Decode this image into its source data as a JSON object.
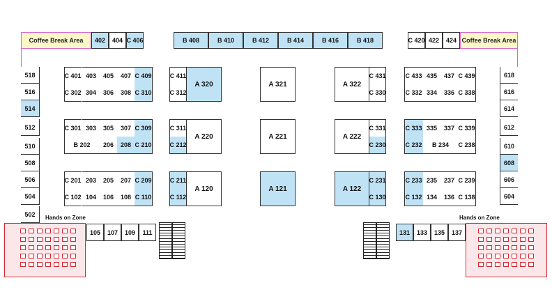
{
  "coffee_break_left": "Coffee Break Area",
  "coffee_break_right": "Coffee Break Area",
  "hands_on_left": "Hands on Zone",
  "hands_on_right": "Hands on Zone",
  "colors": {
    "highlight": "#bfe3f5",
    "coffee": "#fbf7c9",
    "zone": "#fbe7ea",
    "zone_border": "#d3272f",
    "wall": "#d968c9"
  },
  "top_left_booths": [
    "402",
    "404",
    "C 406"
  ],
  "top_center_booths": [
    "B 408",
    "B 410",
    "B 412",
    "B 414",
    "B 416",
    "B 418"
  ],
  "top_right_booths": [
    "C 420",
    "422",
    "424"
  ],
  "left_wall_booths": [
    "518",
    "516",
    "514",
    "512",
    "510",
    "508",
    "506",
    "504",
    "502"
  ],
  "right_wall_booths": [
    "618",
    "616",
    "614",
    "612",
    "610",
    "608",
    "606",
    "604"
  ],
  "row4": {
    "left_top": [
      "C 401",
      "403",
      "405",
      "407",
      "C 409"
    ],
    "left_bottom": [
      "C 302",
      "304",
      "306",
      "308",
      "C 310"
    ],
    "mid_left_top": "C 411",
    "mid_left_bottom": "C 312",
    "big_left": "A 320",
    "center": "A 321",
    "big_right": "A 322",
    "mid_right_top": "C 431",
    "mid_right_bottom": "C 330",
    "right_top": [
      "C 433",
      "435",
      "437",
      "C 439"
    ],
    "right_bottom": [
      "C 332",
      "334",
      "336",
      "C 338"
    ]
  },
  "row2": {
    "left_top": [
      "C 301",
      "303",
      "305",
      "307",
      "C 309"
    ],
    "left_bottom_big": "B 202",
    "left_bottom": [
      "206",
      "208",
      "C 210"
    ],
    "mid_left_top": "C 311",
    "mid_left_bottom": "C 212",
    "big_left": "A 220",
    "center": "A 221",
    "big_right": "A 222",
    "mid_right_top": "C 331",
    "mid_right_bottom": "C 230",
    "right_top": [
      "C 333",
      "335",
      "337",
      "C 339"
    ],
    "right_bottom_first": "C 232",
    "right_bottom_big": "B 234",
    "right_bottom_last": "C 238"
  },
  "row1": {
    "left_top": [
      "C 201",
      "203",
      "205",
      "207",
      "C 209"
    ],
    "left_bottom": [
      "C 102",
      "104",
      "106",
      "108",
      "C 110"
    ],
    "mid_left_top": "C 211",
    "mid_left_bottom": "C 112",
    "big_left": "A 120",
    "center": "A 121",
    "big_right": "A 122",
    "mid_right_top": "C 231",
    "mid_right_bottom": "C 130",
    "right_top": [
      "C 233",
      "235",
      "237",
      "C 239"
    ],
    "right_bottom": [
      "C 132",
      "134",
      "136",
      "C 138"
    ]
  },
  "bottom_left_booths": [
    "105",
    "107",
    "109",
    "111"
  ],
  "bottom_right_booths": [
    "131",
    "133",
    "135",
    "137"
  ],
  "highlighted": [
    "402",
    "C 406",
    "B 408",
    "B 410",
    "B 412",
    "B 414",
    "B 416",
    "B 418",
    "514",
    "608",
    "C 409",
    "C 310",
    "A 320",
    "C 309",
    "208",
    "C 210",
    "C 212",
    "C 333",
    "C 230",
    "C 232",
    "C 209",
    "C 110",
    "C 211",
    "C 112",
    "A 121",
    "A 122",
    "C 231",
    "C 130",
    "C 233",
    "C 132",
    "131"
  ]
}
